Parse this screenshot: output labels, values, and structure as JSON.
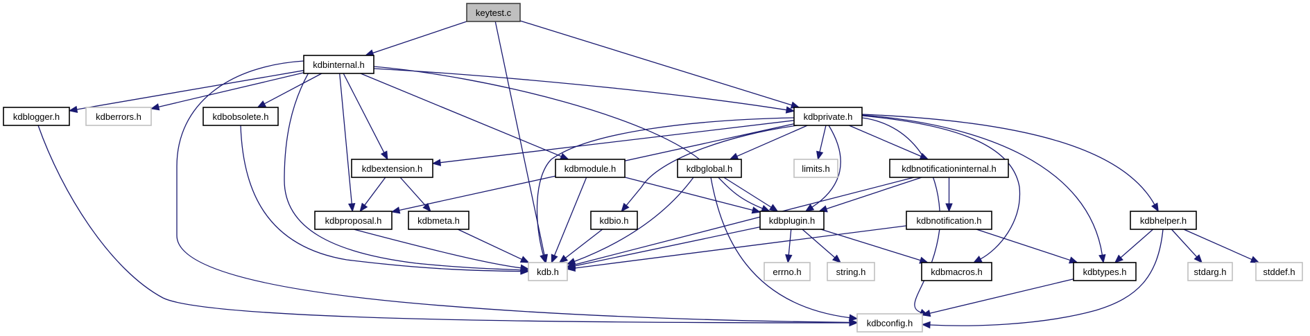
{
  "title": "Include dependency graph for keytest.c",
  "colors": {
    "edge": "#191970",
    "root_fill": "#bfbfbf",
    "documented_border": "#000000",
    "external_border": "#bfbfbf",
    "node_fill": "#ffffff"
  },
  "nodes": [
    {
      "id": "keytest_c",
      "label": "keytest.c",
      "kind": "root"
    },
    {
      "id": "kdbinternal_h",
      "label": "kdbinternal.h",
      "kind": "documented"
    },
    {
      "id": "kdblogger_h",
      "label": "kdblogger.h",
      "kind": "documented"
    },
    {
      "id": "kdberrors_h",
      "label": "kdberrors.h",
      "kind": "external"
    },
    {
      "id": "kdbobsolete_h",
      "label": "kdbobsolete.h",
      "kind": "documented"
    },
    {
      "id": "kdbprivate_h",
      "label": "kdbprivate.h",
      "kind": "documented"
    },
    {
      "id": "kdbextension_h",
      "label": "kdbextension.h",
      "kind": "documented"
    },
    {
      "id": "kdbmodule_h",
      "label": "kdbmodule.h",
      "kind": "documented"
    },
    {
      "id": "kdbglobal_h",
      "label": "kdbglobal.h",
      "kind": "documented"
    },
    {
      "id": "limits_h",
      "label": "limits.h",
      "kind": "external"
    },
    {
      "id": "kdbnotificationinternal_h",
      "label": "kdbnotificationinternal.h",
      "kind": "documented"
    },
    {
      "id": "kdbproposal_h",
      "label": "kdbproposal.h",
      "kind": "documented"
    },
    {
      "id": "kdbmeta_h",
      "label": "kdbmeta.h",
      "kind": "documented"
    },
    {
      "id": "kdbio_h",
      "label": "kdbio.h",
      "kind": "documented"
    },
    {
      "id": "kdbplugin_h",
      "label": "kdbplugin.h",
      "kind": "documented"
    },
    {
      "id": "kdbnotification_h",
      "label": "kdbnotification.h",
      "kind": "documented"
    },
    {
      "id": "kdbhelper_h",
      "label": "kdbhelper.h",
      "kind": "documented"
    },
    {
      "id": "kdb_h",
      "label": "kdb.h",
      "kind": "external"
    },
    {
      "id": "errno_h",
      "label": "errno.h",
      "kind": "external"
    },
    {
      "id": "string_h",
      "label": "string.h",
      "kind": "external"
    },
    {
      "id": "kdbmacros_h",
      "label": "kdbmacros.h",
      "kind": "documented"
    },
    {
      "id": "kdbtypes_h",
      "label": "kdbtypes.h",
      "kind": "documented"
    },
    {
      "id": "stdarg_h",
      "label": "stdarg.h",
      "kind": "external"
    },
    {
      "id": "stddef_h",
      "label": "stddef.h",
      "kind": "external"
    },
    {
      "id": "kdbconfig_h",
      "label": "kdbconfig.h",
      "kind": "external"
    }
  ],
  "edges": [
    {
      "from": "keytest_c",
      "to": "kdbinternal_h"
    },
    {
      "from": "keytest_c",
      "to": "kdb_h"
    },
    {
      "from": "keytest_c",
      "to": "kdbprivate_h"
    },
    {
      "from": "kdbinternal_h",
      "to": "kdblogger_h"
    },
    {
      "from": "kdbinternal_h",
      "to": "kdberrors_h"
    },
    {
      "from": "kdbinternal_h",
      "to": "kdbobsolete_h"
    },
    {
      "from": "kdbinternal_h",
      "to": "kdbconfig_h"
    },
    {
      "from": "kdbinternal_h",
      "to": "kdb_h"
    },
    {
      "from": "kdbinternal_h",
      "to": "kdbproposal_h"
    },
    {
      "from": "kdbinternal_h",
      "to": "kdbextension_h"
    },
    {
      "from": "kdbinternal_h",
      "to": "kdbmodule_h"
    },
    {
      "from": "kdbinternal_h",
      "to": "kdbplugin_h"
    },
    {
      "from": "kdbinternal_h",
      "to": "kdbprivate_h"
    },
    {
      "from": "kdblogger_h",
      "to": "kdbconfig_h"
    },
    {
      "from": "kdbobsolete_h",
      "to": "kdb_h"
    },
    {
      "from": "kdbprivate_h",
      "to": "kdbextension_h"
    },
    {
      "from": "kdbprivate_h",
      "to": "kdbproposal_h"
    },
    {
      "from": "kdbprivate_h",
      "to": "kdb_h"
    },
    {
      "from": "kdbprivate_h",
      "to": "kdbio_h"
    },
    {
      "from": "kdbprivate_h",
      "to": "kdbglobal_h"
    },
    {
      "from": "kdbprivate_h",
      "to": "limits_h"
    },
    {
      "from": "kdbprivate_h",
      "to": "kdbplugin_h"
    },
    {
      "from": "kdbprivate_h",
      "to": "kdbnotificationinternal_h"
    },
    {
      "from": "kdbprivate_h",
      "to": "kdbconfig_h"
    },
    {
      "from": "kdbprivate_h",
      "to": "kdbmacros_h"
    },
    {
      "from": "kdbprivate_h",
      "to": "kdbtypes_h"
    },
    {
      "from": "kdbprivate_h",
      "to": "kdbhelper_h"
    },
    {
      "from": "kdbextension_h",
      "to": "kdbproposal_h"
    },
    {
      "from": "kdbextension_h",
      "to": "kdbmeta_h"
    },
    {
      "from": "kdbmodule_h",
      "to": "kdb_h"
    },
    {
      "from": "kdbmodule_h",
      "to": "kdbplugin_h"
    },
    {
      "from": "kdbglobal_h",
      "to": "kdb_h"
    },
    {
      "from": "kdbglobal_h",
      "to": "kdbplugin_h"
    },
    {
      "from": "kdbglobal_h",
      "to": "kdbconfig_h"
    },
    {
      "from": "kdbnotificationinternal_h",
      "to": "kdb_h"
    },
    {
      "from": "kdbnotificationinternal_h",
      "to": "kdbplugin_h"
    },
    {
      "from": "kdbnotificationinternal_h",
      "to": "kdbnotification_h"
    },
    {
      "from": "kdbproposal_h",
      "to": "kdb_h"
    },
    {
      "from": "kdbmeta_h",
      "to": "kdb_h"
    },
    {
      "from": "kdbio_h",
      "to": "kdb_h"
    },
    {
      "from": "kdbplugin_h",
      "to": "kdb_h"
    },
    {
      "from": "kdbplugin_h",
      "to": "errno_h"
    },
    {
      "from": "kdbplugin_h",
      "to": "string_h"
    },
    {
      "from": "kdbplugin_h",
      "to": "kdbmacros_h"
    },
    {
      "from": "kdbnotification_h",
      "to": "kdb_h"
    },
    {
      "from": "kdbnotification_h",
      "to": "kdbtypes_h"
    },
    {
      "from": "kdbhelper_h",
      "to": "kdbtypes_h"
    },
    {
      "from": "kdbhelper_h",
      "to": "stdarg_h"
    },
    {
      "from": "kdbhelper_h",
      "to": "stddef_h"
    },
    {
      "from": "kdbhelper_h",
      "to": "kdbconfig_h"
    },
    {
      "from": "kdbtypes_h",
      "to": "kdbconfig_h"
    }
  ]
}
